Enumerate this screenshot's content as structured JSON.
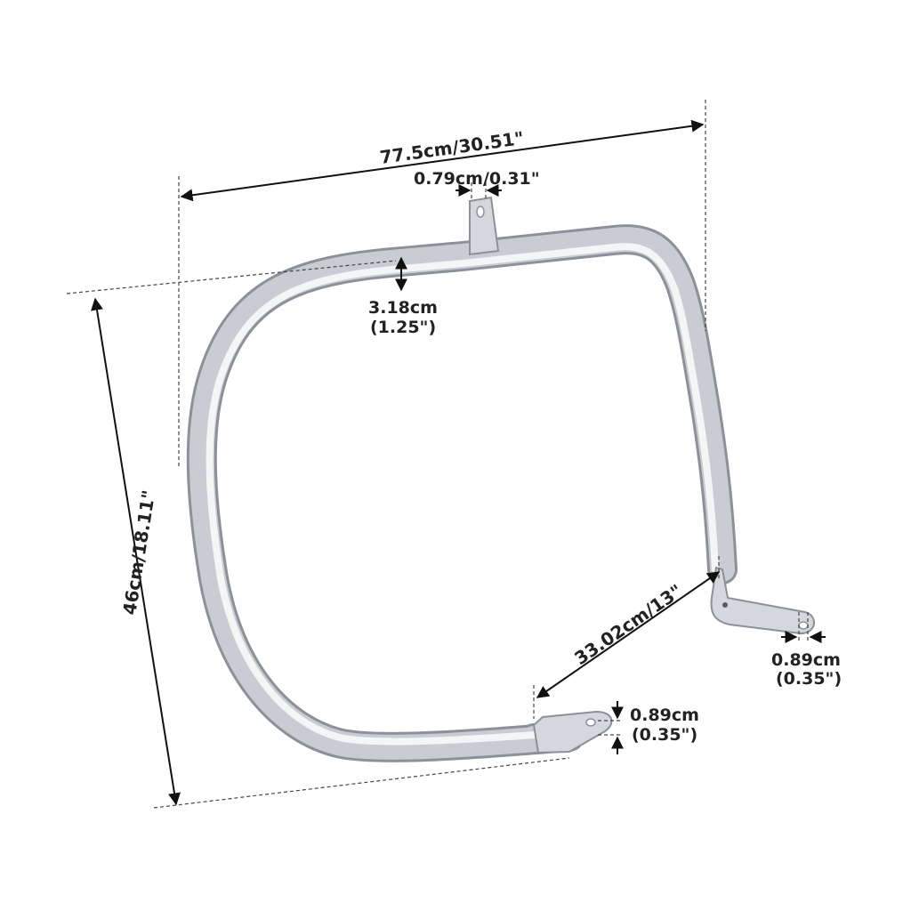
{
  "diagram": {
    "labels": {
      "overall_width": "77.5cm/30.51\"",
      "top_tab_width": "0.79cm/0.31\"",
      "tube_diameter_cm": "3.18cm",
      "tube_diameter_in": "(1.25\")",
      "overall_height": "46cm/18.11\"",
      "leg_length": "33.02cm/13\"",
      "right_hole_cm": "0.89cm",
      "right_hole_in": "(0.35\")",
      "bottom_hole_cm": "0.89cm",
      "bottom_hole_in": "(0.35\")"
    },
    "colors": {
      "background": "#ffffff",
      "chrome_dark": "#8c9099",
      "chrome_mid": "#c9ccd2",
      "chrome_light": "#f4f5f7",
      "dimension_line": "#111111",
      "text": "#222222"
    },
    "object": "chrome-crash-bar-icon"
  }
}
